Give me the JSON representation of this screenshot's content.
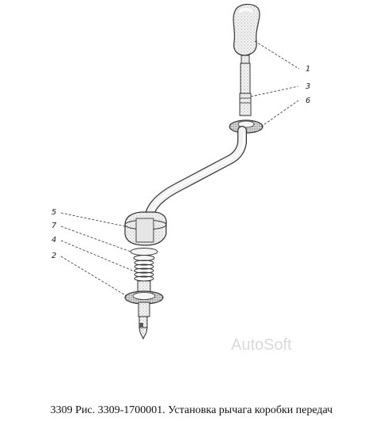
{
  "callouts": {
    "c1": "1",
    "c3": "3",
    "c6": "6",
    "c5": "5",
    "c7": "7",
    "c4": "4",
    "c2": "2"
  },
  "watermark": "AutoSoft",
  "caption": "3309 Рис. 3309-1700001. Установка рычага коробки передач"
}
